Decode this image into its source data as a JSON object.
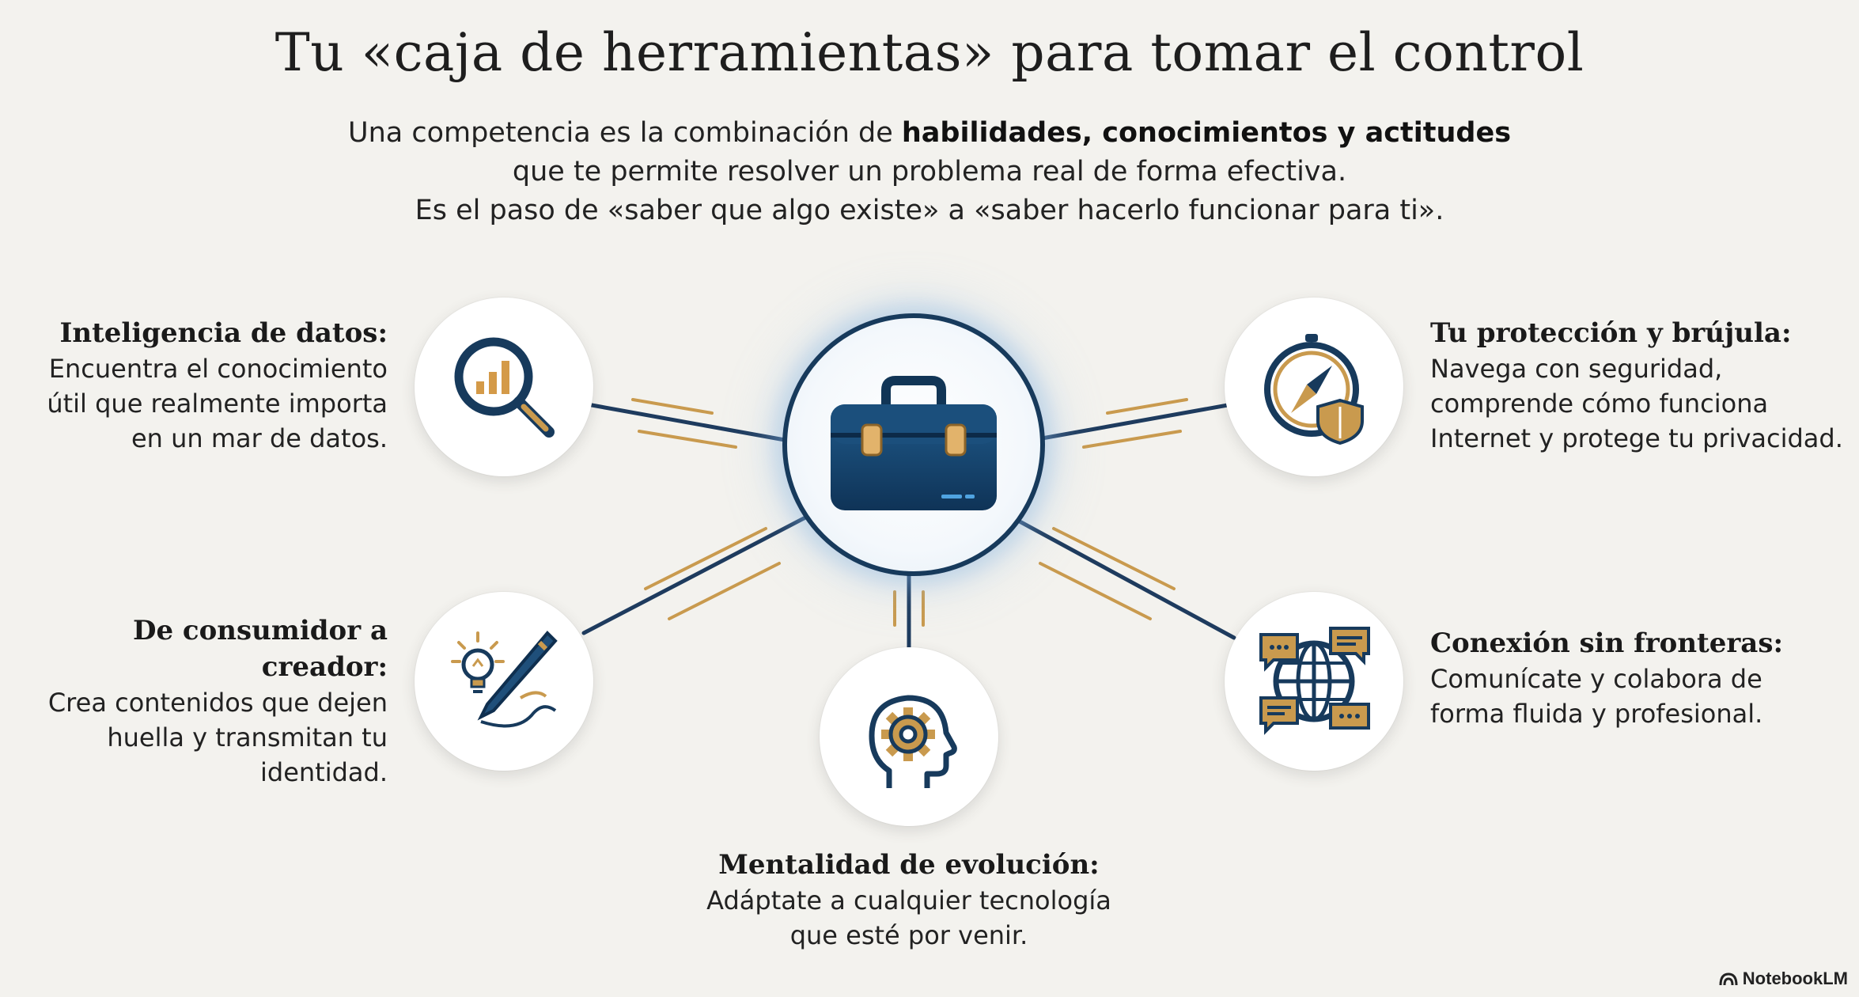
{
  "title": "Tu «caja de herramientas» para tomar el control",
  "subtitle": {
    "line1_pre": "Una competencia es la combinación de ",
    "line1_bold": "habilidades, conocimientos y actitudes",
    "line2": "que te permite resolver un problema real de forma efectiva.",
    "line3": "Es el paso de «saber que algo existe» a «saber hacerlo funcionar para ti»."
  },
  "hub": {
    "icon": "toolbox-icon"
  },
  "nodes": [
    {
      "icon": "magnifier-chart-icon",
      "heading": "Inteligencia de datos:",
      "lines": [
        "Encuentra el conocimiento",
        "útil que realmente importa",
        "en un mar de datos."
      ]
    },
    {
      "icon": "compass-shield-icon",
      "heading": "Tu protección y brújula:",
      "lines": [
        "Navega con seguridad,",
        "comprende cómo funciona",
        "Internet y protege tu privacidad."
      ]
    },
    {
      "icon": "lightbulb-pen-icon",
      "heading": "De consumidor a creador:",
      "lines": [
        "Crea contenidos que dejen",
        "huella y transmitan tu",
        "identidad."
      ]
    },
    {
      "icon": "head-gear-icon",
      "heading": "Mentalidad de evolución:",
      "lines": [
        "Adáptate a cualquier tecnología",
        "que esté por venir."
      ]
    },
    {
      "icon": "globe-chat-icon",
      "heading": "Conexión sin fronteras:",
      "lines": [
        "Comunícate y colabora de",
        "forma fluida y profesional."
      ]
    }
  ],
  "brand": "NotebookLM",
  "colors": {
    "navy": "#173a5c",
    "gold": "#c99a4e",
    "background": "#f3f2ee"
  }
}
